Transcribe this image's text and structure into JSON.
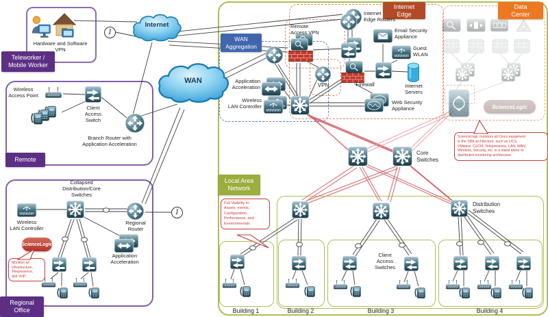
{
  "colors": {
    "zone_purple": "#5c2f85",
    "purple_border": "#7e5fa8",
    "zone_green": "#9aad3d",
    "green_border": "#a9bf52",
    "zone_blue": "#4067ad",
    "internet_edge_orange": "#b24a26",
    "data_center_orange": "#ee7722",
    "callout_red": "#c93a35",
    "link_red": "#d4626b",
    "sciencelogic_red": "#b23427",
    "cloud_blue": "#2d9bd4"
  },
  "clouds": {
    "internet": "Internet",
    "wan": "WAN"
  },
  "isp": {
    "symbol": "I"
  },
  "zones": {
    "teleworker": {
      "label": "Teleworker /\nMobile Worker",
      "hw_sw_vpn": "Hardware and Software\nVPN"
    },
    "remote": {
      "label": "Remote",
      "wireless_ap": "Wireless\nAccess Point",
      "client_switch": "Client\nAccess\nSwitch",
      "branch_router": "Branch Router with\nApplication Acceleration"
    },
    "regional": {
      "label": "Regional\nOffice",
      "collapsed_switches": "Collapsed\nDistribution/Core\nSwitches",
      "wlc": "Wireless\nLAN Controller",
      "router": "Regional\nRouter",
      "app_accel": "Application\nAcceleration",
      "badge": "ScienceLogic",
      "callout": "Monitors all\nInfrastructure,\nTelepresence,\nand  VoIP."
    },
    "wan_agg": {
      "label": "WAN\nAggregation",
      "app_accel": "Application\nAcceleration",
      "wlc": "Wireless\nLAN Controller",
      "vpn": "VPN"
    },
    "internet_edge": {
      "label": "Internet\nEdge",
      "edge_routers": "Internet\nEdge Routers",
      "remote_access_vpn": "Remote\nAccess VPN",
      "email": "Email Security\nAppliance",
      "guest_wlan": "Guest\nWLAN",
      "firewall": "Firewall",
      "servers": "Internet\nServers",
      "web_security": "Web Security\nAppliance"
    },
    "data_center": {
      "label": "Data\nCenter",
      "badge": "ScienceLogic",
      "callout": "ScienceLogic monitors all Cisco equipment\nin the SBA architecture, such as UCS,\nVMware, CUCM, Telepresence, LAN, WAN,\nWireless, Security, etc. in a stand alone or\ndistributed monitoring architecture."
    },
    "lan": {
      "label": "Local Area\nNetwork",
      "callout": "Full Visibility to:\nAssets, events,\nConfiguration,\nPerformance, and\nEnvironmentals",
      "core_switches": "Core\nSwitches",
      "distribution_switches": "Distribution\nSwitches",
      "client_access_switches": "Client\nAccess\nSwitches"
    }
  },
  "buildings": {
    "b1": "Building 1",
    "b2": "Building 2",
    "b3": "Building 3",
    "b4": "Building 4"
  },
  "icon_legend": {
    "router": "circle-with-arrows",
    "switch": "square-with-arrows",
    "multilayer_switch": "square-starburst",
    "access_point": "box-with-antennas",
    "ip_phone": "phone",
    "firewall": "red-brick-wall",
    "cloud": "blue-cloud",
    "server": "gray-server-square",
    "internet_servers": "blue-cylinder"
  }
}
